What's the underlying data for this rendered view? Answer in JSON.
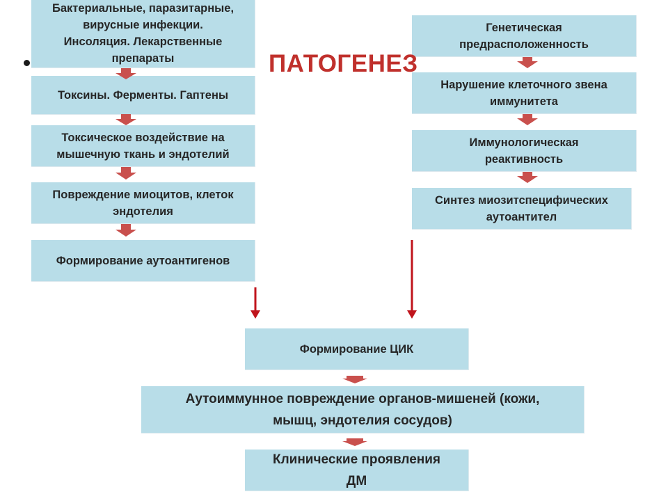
{
  "title": "ПАТОГЕНЕЗ",
  "left_chain": [
    "Бактериальные, паразитарные,\nвирусные инфекции.\nИнсоляция. Лекарственные\nпрепараты",
    "Токсины. Ферменты. Гаптены",
    "Токсическое воздействие на\nмышечную ткань и эндотелий",
    "Повреждение миоцитов, клеток\nэндотелия",
    "Формирование  аутоантигенов"
  ],
  "right_chain": [
    "Генетическая\nпредрасположенность",
    "Нарушение клеточного звена\nиммунитета",
    "Иммунологическая\nреактивность",
    "Синтез миозитспецифических\nаутоантител"
  ],
  "bottom_chain": [
    "Формирование  ЦИК",
    "Аутоиммунное повреждение органов-мишеней (кожи,\nмышц, эндотелия сосудов)",
    "Клинические  проявления\nДМ"
  ],
  "colors": {
    "box_fill": "#b8dde8",
    "title": "#c0302c",
    "block_arrow": "#c9504d",
    "line_arrow": "#c0141c"
  }
}
